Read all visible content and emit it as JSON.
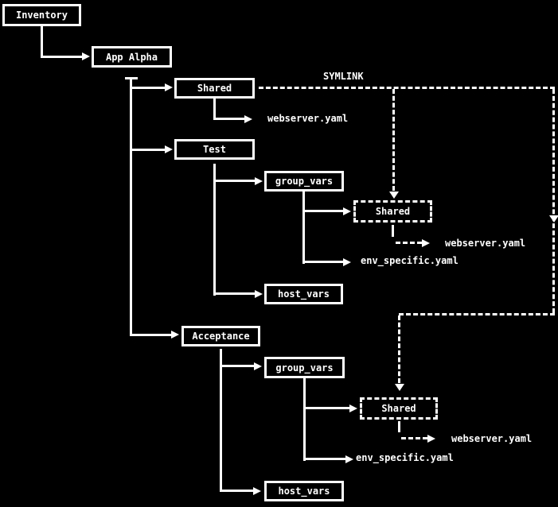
{
  "diagram": {
    "background": "#000000",
    "foreground": "#ffffff",
    "symlink_label": "SYMLINK",
    "nodes": {
      "inventory": "Inventory",
      "app_alpha": "App Alpha",
      "shared_root": "Shared",
      "webserver_root": "webserver.yaml",
      "test": "Test",
      "group_vars_test": "group_vars",
      "shared_symlink_test": "Shared",
      "webserver_test": "webserver.yaml",
      "env_specific_test": "env_specific.yaml",
      "host_vars_test": "host_vars",
      "acceptance": "Acceptance",
      "group_vars_acceptance": "group_vars",
      "shared_symlink_acceptance": "Shared",
      "webserver_acceptance": "webserver.yaml",
      "env_specific_acceptance": "env_specific.yaml",
      "host_vars_acceptance": "host_vars"
    }
  }
}
